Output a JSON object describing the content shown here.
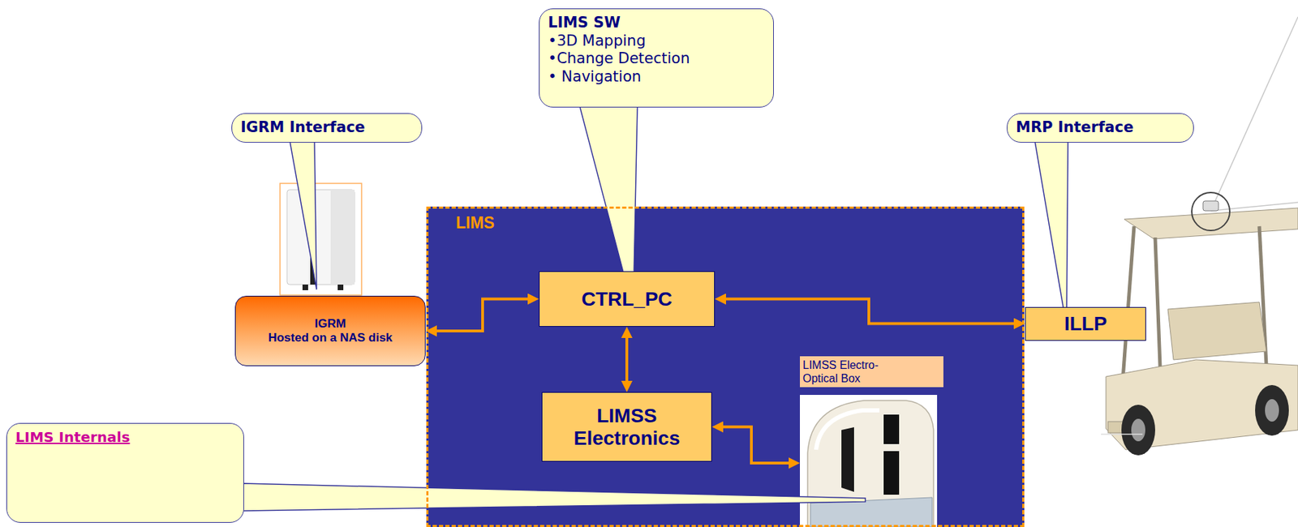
{
  "diagram": {
    "nodes": [
      {
        "text": [
          "LIMS SW",
          "•3D Mapping",
          "•Change Detection",
          "• Navigation"
        ]
      },
      {
        "text": [
          "IGRM Interface"
        ]
      },
      {
        "text": [
          "MRP Interface"
        ]
      },
      {
        "text": [
          "LIMS"
        ]
      },
      {
        "text": [
          "CTRL_PC"
        ],
        "in": 3
      },
      {
        "text": [
          "IGRM",
          "Hosted on a NAS disk"
        ]
      },
      {
        "text": [
          "ILLP"
        ]
      },
      {
        "text": [
          "LIMSS Electronics"
        ],
        "in": 3
      },
      {
        "text": [
          "LIMSS Electro-Optical Box"
        ],
        "in": 3
      },
      {
        "text": [
          "LIMS Internals"
        ]
      }
    ],
    "edges": [
      {
        "from": 5,
        "to": 4,
        "arrow": "both"
      },
      {
        "from": 4,
        "to": 6,
        "arrow": "both"
      },
      {
        "from": 4,
        "to": 7,
        "arrow": "both"
      },
      {
        "from": 7,
        "to": 8,
        "arrow": "both"
      }
    ]
  }
}
